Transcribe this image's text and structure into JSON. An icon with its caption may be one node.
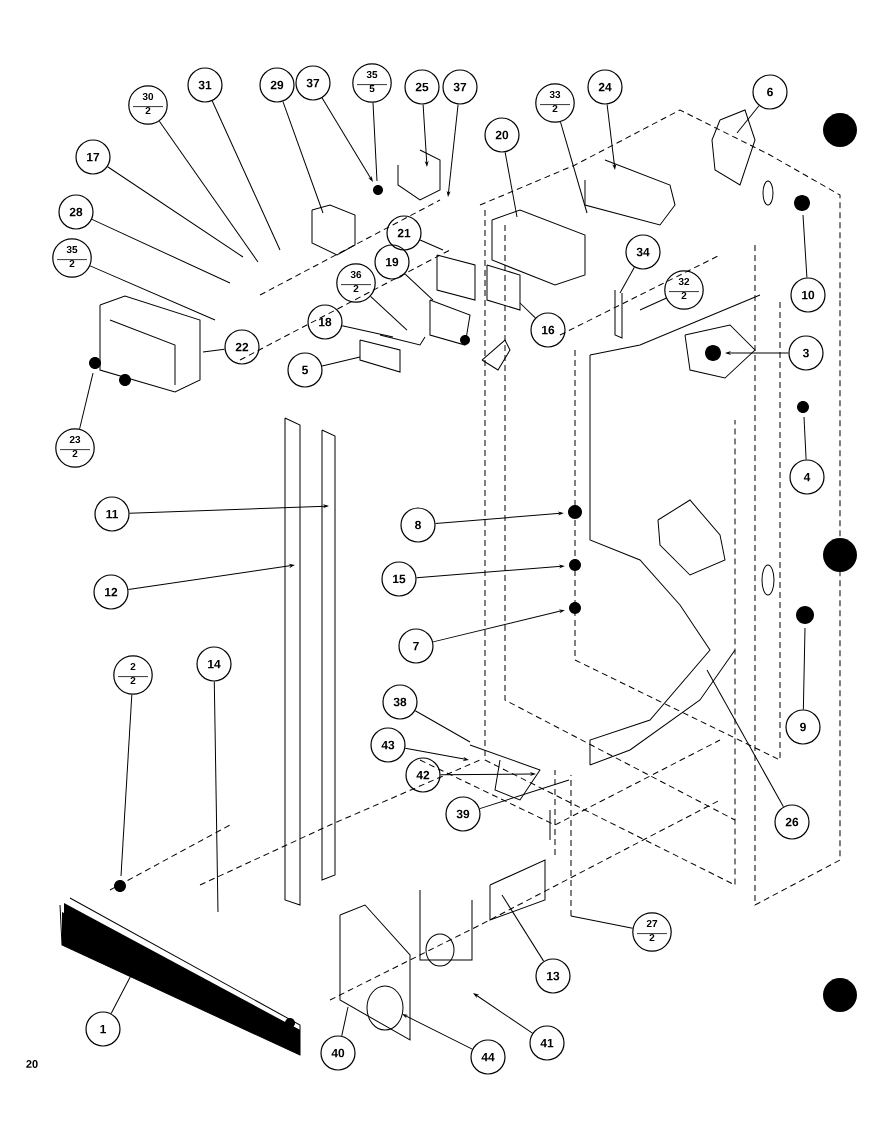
{
  "diagram": {
    "nodes": [
      {
        "text": [
          "17"
        ]
      },
      {
        "text": [
          "30",
          "2"
        ]
      },
      {
        "text": [
          "31"
        ]
      },
      {
        "text": [
          "29"
        ]
      },
      {
        "text": [
          "37"
        ]
      },
      {
        "text": [
          "35",
          "5"
        ]
      },
      {
        "text": [
          "25"
        ]
      },
      {
        "text": [
          "37"
        ]
      },
      {
        "text": [
          "33",
          "2"
        ]
      },
      {
        "text": [
          "24"
        ]
      },
      {
        "text": [
          "6"
        ]
      },
      {
        "text": [
          "20"
        ]
      },
      {
        "text": [
          "28"
        ]
      },
      {
        "text": [
          "21"
        ]
      },
      {
        "text": [
          "35",
          "2"
        ]
      },
      {
        "text": [
          "19"
        ]
      },
      {
        "text": [
          "34"
        ]
      },
      {
        "text": [
          "36",
          "2"
        ]
      },
      {
        "text": [
          "32",
          "2"
        ]
      },
      {
        "text": [
          "16"
        ]
      },
      {
        "text": [
          "10"
        ]
      },
      {
        "text": [
          "18"
        ]
      },
      {
        "text": [
          "22"
        ]
      },
      {
        "text": [
          "5"
        ]
      },
      {
        "text": [
          "3"
        ]
      },
      {
        "text": [
          "23",
          "2"
        ]
      },
      {
        "text": [
          "4"
        ]
      },
      {
        "text": [
          "11"
        ]
      },
      {
        "text": [
          "8"
        ]
      },
      {
        "text": [
          "12"
        ]
      },
      {
        "text": [
          "15"
        ]
      },
      {
        "text": [
          "7"
        ]
      },
      {
        "text": [
          "9"
        ]
      },
      {
        "text": [
          "2",
          "2"
        ]
      },
      {
        "text": [
          "14"
        ]
      },
      {
        "text": [
          "38"
        ]
      },
      {
        "text": [
          "43"
        ]
      },
      {
        "text": [
          "42"
        ]
      },
      {
        "text": [
          "39"
        ]
      },
      {
        "text": [
          "26"
        ]
      },
      {
        "text": [
          "27",
          "2"
        ]
      },
      {
        "text": [
          "13"
        ]
      },
      {
        "text": [
          "1"
        ]
      },
      {
        "text": [
          "41"
        ]
      },
      {
        "text": [
          "40"
        ]
      },
      {
        "text": [
          "44"
        ]
      }
    ],
    "edges": [
      {
        "from": 0,
        "to": null,
        "arrow": "none"
      },
      {
        "from": 1,
        "to": null,
        "arrow": "none"
      },
      {
        "from": 2,
        "to": null,
        "arrow": "none"
      },
      {
        "from": 3,
        "to": null,
        "arrow": "none"
      },
      {
        "from": 4,
        "to": null,
        "arrow": "to"
      },
      {
        "from": 5,
        "to": null,
        "arrow": "none"
      },
      {
        "from": 6,
        "to": null,
        "arrow": "to"
      },
      {
        "from": 7,
        "to": null,
        "arrow": "to"
      },
      {
        "from": 8,
        "to": null,
        "arrow": "none"
      },
      {
        "from": 9,
        "to": null,
        "arrow": "to"
      },
      {
        "from": 10,
        "to": null,
        "arrow": "none"
      },
      {
        "from": 11,
        "to": null,
        "arrow": "none"
      },
      {
        "from": 12,
        "to": null,
        "arrow": "none"
      },
      {
        "from": 13,
        "to": null,
        "arrow": "none"
      },
      {
        "from": 14,
        "to": null,
        "arrow": "none"
      },
      {
        "from": 15,
        "to": null,
        "arrow": "none"
      },
      {
        "from": 16,
        "to": null,
        "arrow": "none"
      },
      {
        "from": 17,
        "to": null,
        "arrow": "none"
      },
      {
        "from": 18,
        "to": null,
        "arrow": "none"
      },
      {
        "from": 19,
        "to": null,
        "arrow": "none"
      },
      {
        "from": 20,
        "to": null,
        "arrow": "none"
      },
      {
        "from": 21,
        "to": null,
        "arrow": "none"
      },
      {
        "from": 22,
        "to": null,
        "arrow": "none"
      },
      {
        "from": 23,
        "to": null,
        "arrow": "none"
      },
      {
        "from": 24,
        "to": null,
        "arrow": "to"
      },
      {
        "from": 25,
        "to": null,
        "arrow": "none"
      },
      {
        "from": 26,
        "to": null,
        "arrow": "none"
      },
      {
        "from": 27,
        "to": null,
        "arrow": "to"
      },
      {
        "from": 28,
        "to": null,
        "arrow": "to"
      },
      {
        "from": 29,
        "to": null,
        "arrow": "to"
      },
      {
        "from": 30,
        "to": null,
        "arrow": "to"
      },
      {
        "from": 31,
        "to": null,
        "arrow": "to"
      },
      {
        "from": 32,
        "to": null,
        "arrow": "none"
      },
      {
        "from": 33,
        "to": null,
        "arrow": "none"
      },
      {
        "from": 34,
        "to": null,
        "arrow": "none"
      },
      {
        "from": 35,
        "to": null,
        "arrow": "none"
      },
      {
        "from": 36,
        "to": null,
        "arrow": "to"
      },
      {
        "from": 37,
        "to": null,
        "arrow": "to"
      },
      {
        "from": 38,
        "to": null,
        "arrow": "none"
      },
      {
        "from": 39,
        "to": null,
        "arrow": "none"
      },
      {
        "from": 40,
        "to": null,
        "arrow": "none"
      },
      {
        "from": 41,
        "to": null,
        "arrow": "none"
      },
      {
        "from": 42,
        "to": null,
        "arrow": "none"
      },
      {
        "from": 43,
        "to": null,
        "arrow": "to"
      },
      {
        "from": 44,
        "to": null,
        "arrow": "none"
      },
      {
        "from": 45,
        "to": null,
        "arrow": "to"
      }
    ],
    "labels": [
      "20"
    ]
  }
}
